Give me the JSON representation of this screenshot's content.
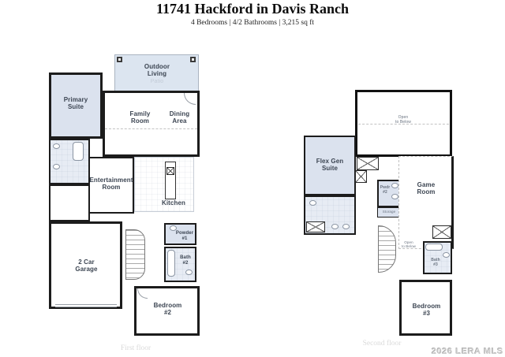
{
  "header": {
    "title": "11741 Hackford in Davis Ranch",
    "subtitle": "4 Bedrooms | 4/2 Bathrooms | 3,215 sq ft"
  },
  "floors": {
    "first": {
      "caption": "First floor",
      "rooms": {
        "outdoor_living": "Outdoor\nLiving",
        "patio": "Patio",
        "primary_suite": "Primary\nSuite",
        "family_room": "Family\nRoom",
        "dining_area": "Dining\nArea",
        "entertainment_room": "Entertainment\nRoom",
        "kitchen": "Kitchen",
        "powder_1": "Powder\n#1",
        "bath_2": "Bath\n#2",
        "garage": "2 Car\nGarage",
        "bedroom_2": "Bedroom\n#2"
      }
    },
    "second": {
      "caption": "Second floor",
      "rooms": {
        "open_to_below_main": "Open\nto Below",
        "flex_gen_suite": "Flex Gen\nSuite",
        "pwdr_2": "Pwdr\n#2",
        "storage": "Storage",
        "game_room": "Game\nRoom",
        "open_to_below_stairs": "Open\nto Below",
        "bath_3": "Bath\n#3",
        "bedroom_3": "Bedroom\n#3"
      }
    }
  },
  "watermark": "2026 LERA MLS",
  "colors": {
    "room_highlight": "#dbe2ee",
    "room_highlight_light": "#e7ecf4",
    "wall": "#1c1c1c",
    "room_label": "#3c4552",
    "floor_caption": "#dadada",
    "watermark": "#cbcbcb"
  }
}
